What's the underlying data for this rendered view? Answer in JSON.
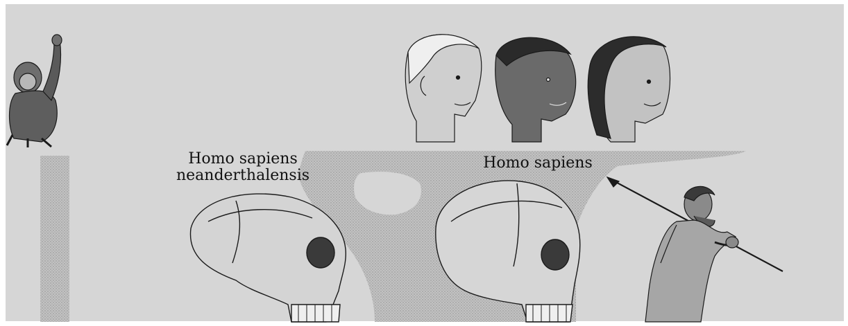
{
  "diagram": {
    "labels": {
      "neanderthal": [
        "Homo sapiens",
        "neanderthalensis"
      ],
      "sapiens": "Homo sapiens"
    },
    "colors": {
      "background": "#d6d6d6",
      "frame": "#ffffff",
      "branch_fill": "#bcbcbc",
      "ink": "#1a1a1a",
      "skin_shade": "#9a9a9a"
    },
    "illustrations": [
      "chimpanzee",
      "modern-human-head-european",
      "modern-human-head-african",
      "modern-human-head-asian",
      "neanderthal-skull",
      "homo-sapiens-skull",
      "early-human-with-spear"
    ]
  }
}
